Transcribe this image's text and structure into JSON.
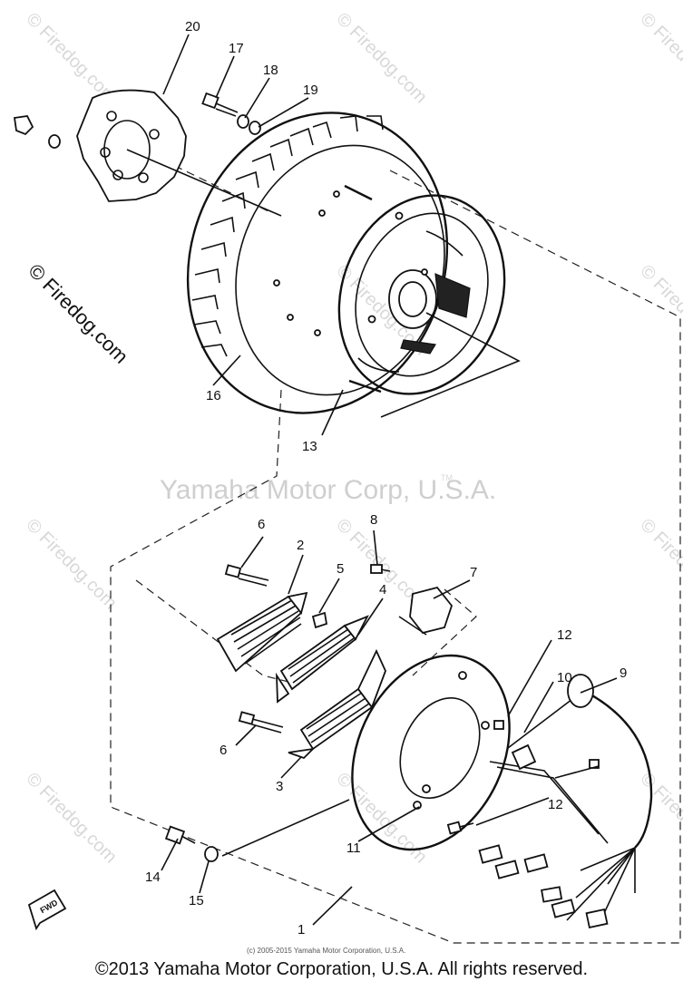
{
  "watermarks": {
    "site": "© Firedog.com",
    "owner": "Yamaha Motor Corp, U.S.A.",
    "tm": "TM"
  },
  "parts": {
    "p1": "1",
    "p2": "2",
    "p3": "3",
    "p4": "4",
    "p5": "5",
    "p6a": "6",
    "p6b": "6",
    "p7": "7",
    "p8": "8",
    "p9": "9",
    "p10": "10",
    "p11": "11",
    "p12a": "12",
    "p12b": "12",
    "p13": "13",
    "p14": "14",
    "p15": "15",
    "p16": "16",
    "p17": "17",
    "p18": "18",
    "p19": "19",
    "p20": "20"
  },
  "fwd_label": "FWD",
  "fine_print": "(c) 2005-2015 Yamaha Motor Corporation, U.S.A.",
  "footer": "©2013 Yamaha Motor Corporation, U.S.A. All rights reserved.",
  "colors": {
    "line": "#111111",
    "watermark": "#cfcfcf",
    "background": "#ffffff"
  }
}
